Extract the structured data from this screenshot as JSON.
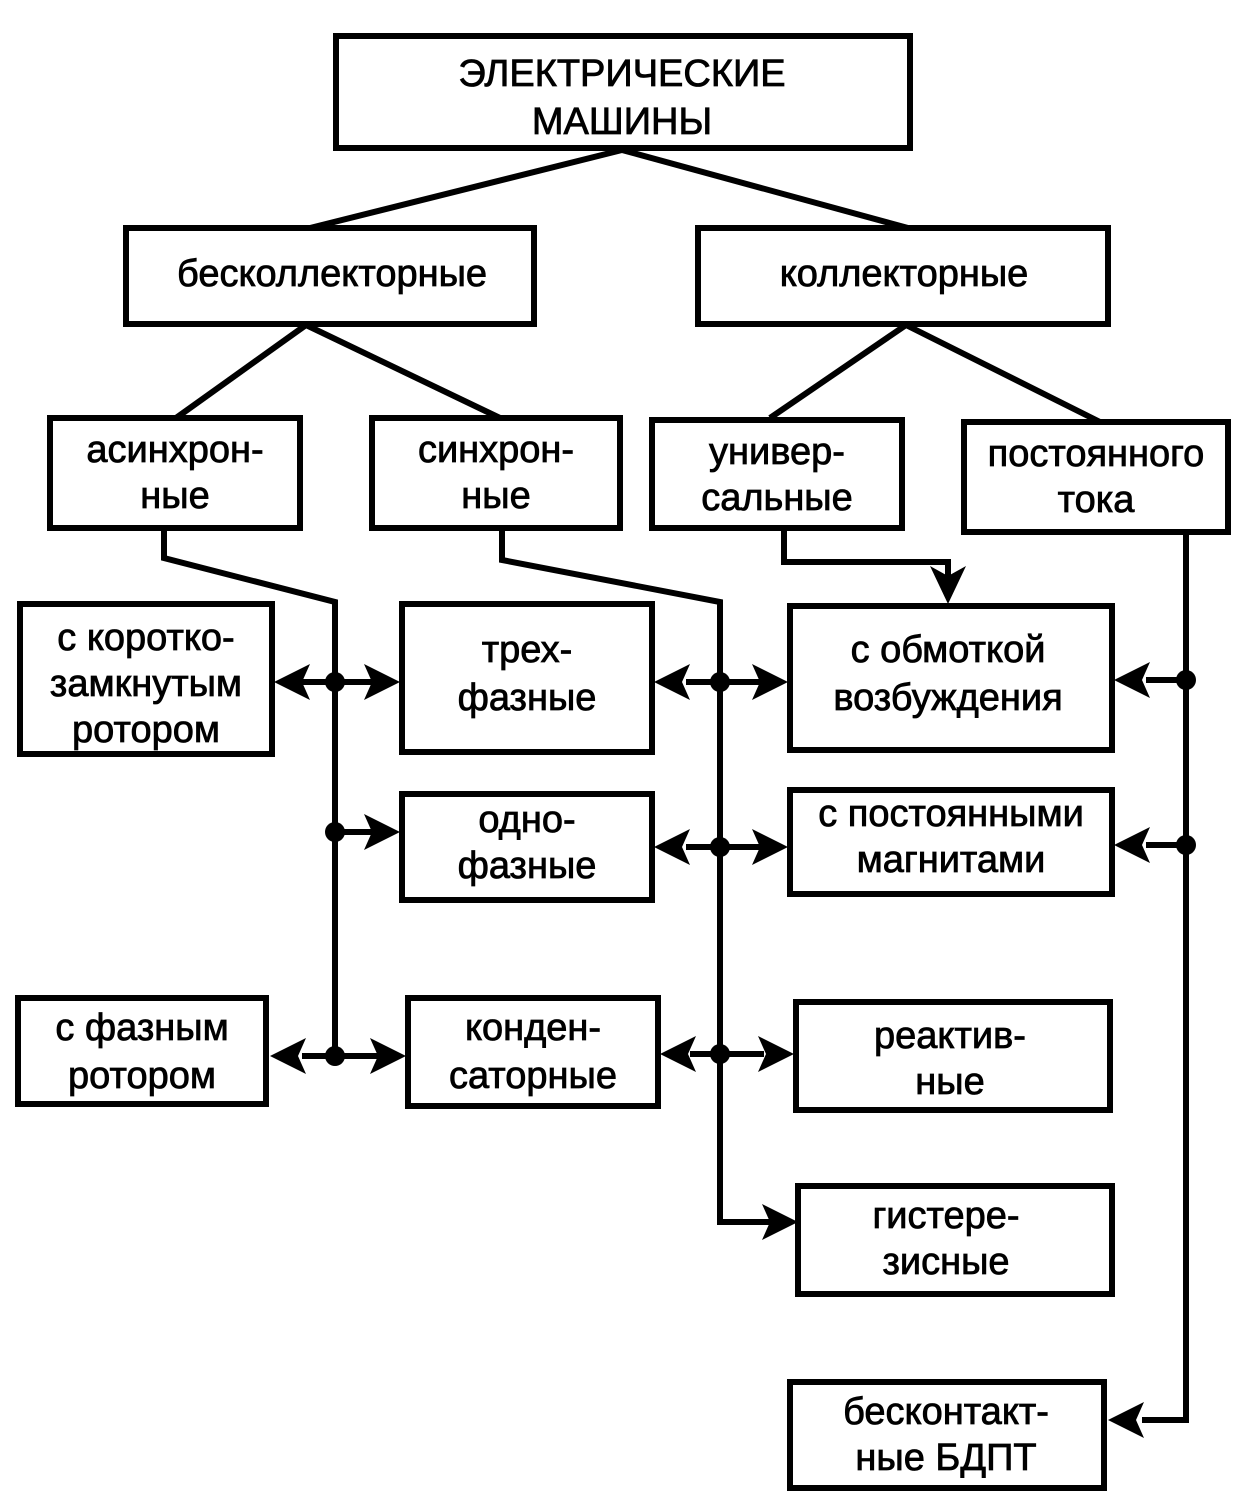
{
  "nodes": {
    "root": {
      "lines": [
        "ЭЛЕКТРИЧЕСКИЕ",
        "МАШИНЫ"
      ]
    },
    "brushless": {
      "lines": [
        "бесколлекторные"
      ]
    },
    "collector": {
      "lines": [
        "коллекторные"
      ]
    },
    "async": {
      "lines": [
        "асинхрон-",
        "ные"
      ]
    },
    "sync": {
      "lines": [
        "синхрон-",
        "ные"
      ]
    },
    "universal": {
      "lines": [
        "универ-",
        "сальные"
      ]
    },
    "dc": {
      "lines": [
        "постоянного",
        "тока"
      ]
    },
    "squirrel": {
      "lines": [
        "с коротко-",
        "замкнутым",
        "ротором"
      ]
    },
    "threephase": {
      "lines": [
        "трех-",
        "фазные"
      ]
    },
    "excitation": {
      "lines": [
        "с обмоткой",
        "возбуждения"
      ]
    },
    "singlephase": {
      "lines": [
        "одно-",
        "фазные"
      ]
    },
    "permanent": {
      "lines": [
        "с постоянными",
        "магнитами"
      ]
    },
    "woundrotor": {
      "lines": [
        "с фазным",
        "ротором"
      ]
    },
    "capacitor": {
      "lines": [
        "конден-",
        "саторные"
      ]
    },
    "reactive": {
      "lines": [
        "реактив-",
        "ные"
      ]
    },
    "hysteresis": {
      "lines": [
        "гистере-",
        "зисные"
      ]
    },
    "bldc": {
      "lines": [
        "бесконтакт-",
        "ные БДПТ"
      ]
    }
  },
  "colors": {
    "ink": "#000000",
    "paper": "#ffffff"
  }
}
